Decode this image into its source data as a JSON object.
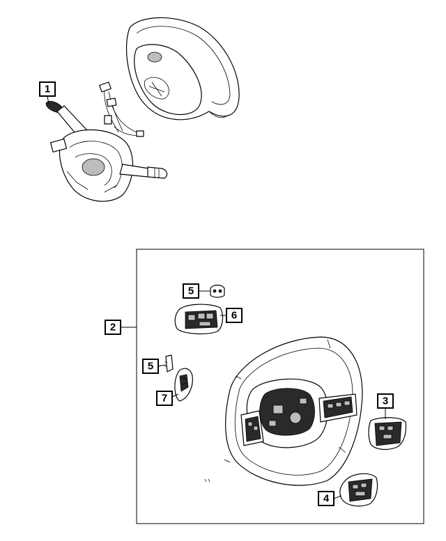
{
  "callouts": {
    "c1": "1",
    "c2": "2",
    "c3": "3",
    "c4": "4",
    "c5a": "5",
    "c5b": "5",
    "c6": "6",
    "c7": "7"
  },
  "colors": {
    "line": "#000000",
    "background": "#ffffff",
    "shade": "#2a2a2a"
  }
}
